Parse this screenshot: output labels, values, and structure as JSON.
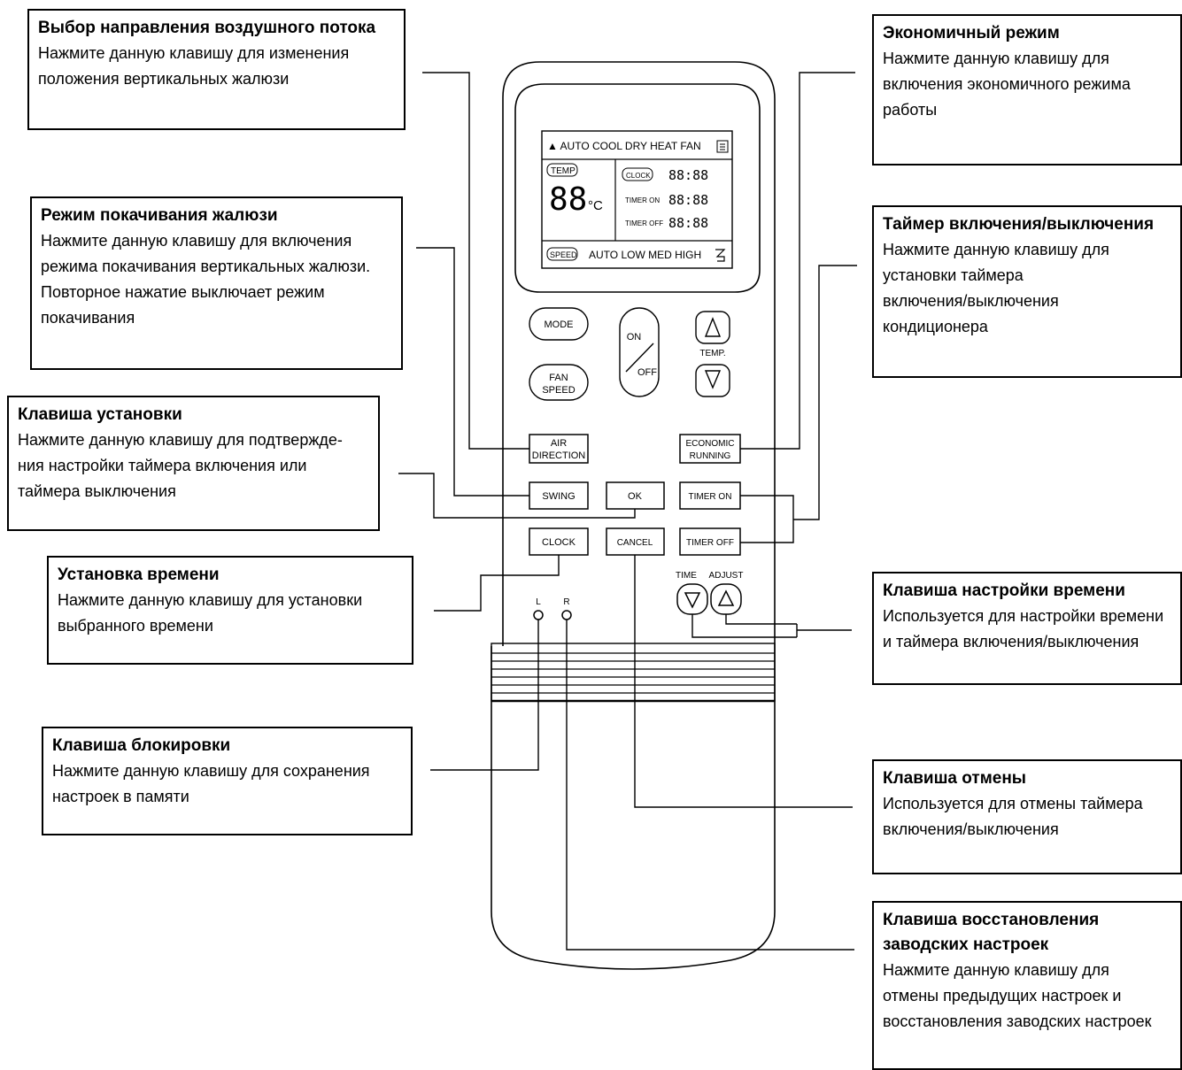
{
  "callouts": {
    "air_direction": {
      "title": "Выбор направления воздушного потока",
      "lines": [
        "Нажмите данную клавишу для изменения",
        "положения вертикальных жалюзи"
      ]
    },
    "swing": {
      "title": "Режим покачивания жалюзи",
      "lines": [
        "Нажмите данную клавишу для включения",
        "режима покачивания вертикальных жалюзи.",
        "Повторное нажатие выключает режим",
        "покачивания"
      ]
    },
    "ok": {
      "title": "Клавиша установки",
      "lines": [
        "Нажмите данную клавишу для подтвержде-",
        "ния настройки таймера включения или",
        "таймера выключения"
      ]
    },
    "clock": {
      "title": "Установка времени",
      "lines": [
        "Нажмите данную клавишу для установки",
        "выбранного времени"
      ]
    },
    "lock": {
      "title": "Клавиша блокировки",
      "lines": [
        "Нажмите данную клавишу для сохранения",
        "настроек в памяти"
      ]
    },
    "economic": {
      "title": "Экономичный режим",
      "lines": [
        "Нажмите данную клавишу для",
        "включения экономичного режима",
        "работы"
      ]
    },
    "timer": {
      "title": "Таймер включения/выключения",
      "lines": [
        "Нажмите данную клавишу для",
        "установки таймера",
        "включения/выключения",
        "кондиционера"
      ]
    },
    "time_adjust": {
      "title": "Клавиша настройки времени",
      "lines": [
        "Используется для настройки времени",
        "и таймера включения/выключения"
      ]
    },
    "cancel": {
      "title": "Клавиша отмены",
      "lines": [
        "Используется для отмены таймера",
        "включения/выключения"
      ]
    },
    "reset": {
      "title_lines": [
        "Клавиша восстановления",
        "заводских настроек"
      ],
      "lines": [
        "Нажмите данную клавишу для",
        "отмены предыдущих настроек и",
        "восстановления заводских настроек"
      ]
    }
  },
  "lcd": {
    "modes": "▲ AUTO COOL DRY HEAT FAN",
    "temp_label": "TEMP",
    "temp_value": "88",
    "temp_unit": "°C",
    "clock_label": "CLOCK",
    "clock_value": "88:88",
    "timer_on_label": "TIMER ON",
    "timer_on_value": "88:88",
    "timer_off_label": "TIMER OFF",
    "timer_off_value": "88:88",
    "speed_label": "SPEED",
    "speed_values": "AUTO LOW MED HIGH"
  },
  "buttons": {
    "mode": "MODE",
    "fan": "FAN",
    "speed": "SPEED",
    "on": "ON",
    "off": "OFF",
    "temp": "TEMP.",
    "air1": "AIR",
    "air2": "DIRECTION",
    "econ1": "ECONOMIC",
    "econ2": "RUNNING",
    "swing": "SWING",
    "ok": "OK",
    "timer_on": "TIMER ON",
    "clock": "CLOCK",
    "cancel": "CANCEL",
    "timer_off": "TIMER OFF",
    "time": "TIME",
    "adjust": "ADJUST",
    "l": "L",
    "r": "R"
  },
  "icons": {
    "up": "triangle-up",
    "down": "triangle-down",
    "fan_icon": "fan-blade",
    "mode_icon": "clipboard"
  }
}
